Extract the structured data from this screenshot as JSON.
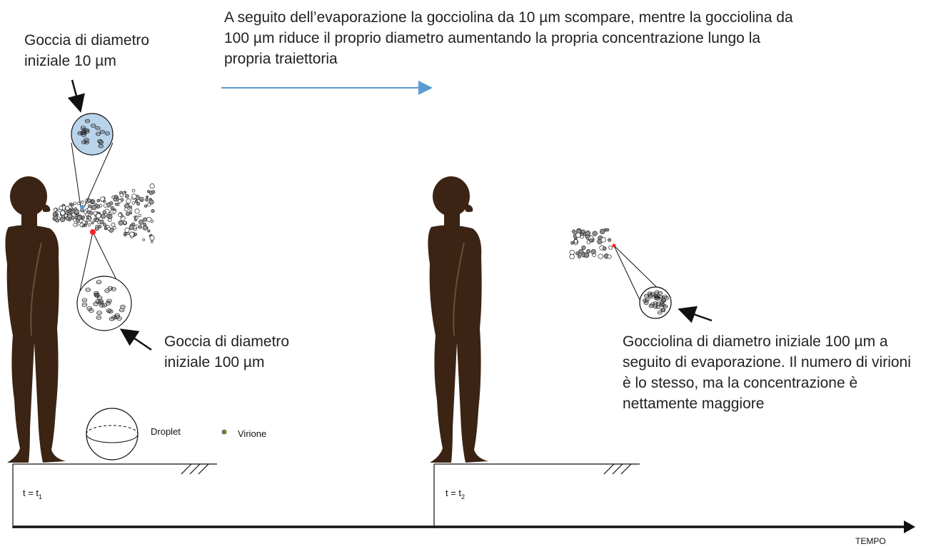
{
  "top_caption": "A seguito dell’evaporazione la gocciolina da 10 µm scompare, mentre la gocciolina da 100 µm riduce il proprio diametro aumentando la propria concentrazione lungo la propria traiettoria",
  "label_10um": {
    "line1": "Goccia di diametro",
    "line2": "iniziale 10 µm"
  },
  "label_100um": {
    "line1": "Goccia di diametro",
    "line2": "iniziale 100 µm"
  },
  "label_evaporated": "Gocciolina di diametro iniziale 100 µm a seguito di evaporazione. Il numero di virioni è lo stesso, ma la concentrazione è nettamente maggiore",
  "legend": {
    "droplet": "Droplet",
    "virion": "Virione"
  },
  "time1": {
    "prefix": "t = t",
    "sub": "1"
  },
  "time2": {
    "prefix": "t = t",
    "sub": "2"
  },
  "axis_label": "TEMPO",
  "colors": {
    "silhouette": "#3b2414",
    "droplet_10um": "#b9d3ea",
    "red_dot": "#ff2020",
    "blue_arrow": "#5b9bd5",
    "virion": "#6b8e23"
  }
}
